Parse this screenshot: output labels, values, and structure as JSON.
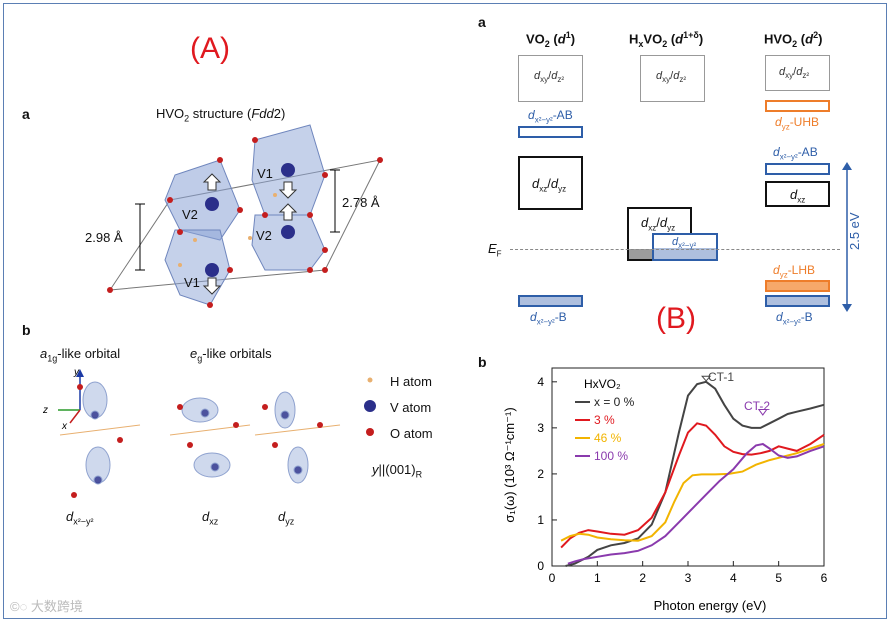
{
  "labels": {
    "A": "(A)",
    "B": "(B)",
    "panel_a": "a",
    "panel_b": "b",
    "panel_a_right": "a",
    "panel_b_right": "b"
  },
  "structure": {
    "title": "HVO₂ structure (Fdd2)",
    "dist_left": "2.98 Å",
    "dist_right": "2.78 Å",
    "atoms": [
      "V1",
      "V2",
      "V2",
      "V1"
    ]
  },
  "orbitals": {
    "a1g_title": "a1g-like orbital",
    "eg_title": "eg-like orbitals",
    "legend": [
      "H atom",
      "V atom",
      "O atom"
    ],
    "axis_note": "y||(001)R",
    "labels": [
      "dx²−y²",
      "dxz",
      "dyz"
    ],
    "axes": [
      "y",
      "z",
      "x"
    ]
  },
  "energy_diagram": {
    "columns": [
      "VO₂ (d¹)",
      "HxVO₂ (d¹⁺ᵟ)",
      "HVO₂ (d²)"
    ],
    "boxes": {
      "top": "dxy/dz²",
      "ab": "dx²−y²-AB",
      "xz_yz": "dxz/dyz",
      "x2y2": "dx²−y²",
      "b": "dx²−y²-B",
      "uhb": "dyz-UHB",
      "lhb": "dyz-LHB",
      "xz": "dxz"
    },
    "ef": "EF",
    "gap": "2.5 eV"
  },
  "colors": {
    "red_label": "#e0191f",
    "blue": "#2e5ea8",
    "orange": "#ee7d2a",
    "box_fill": "#aebfde"
  },
  "chart_data": {
    "type": "line",
    "title": "",
    "xlabel": "Photon energy (eV)",
    "ylabel": "σ₁(ω) (10³ Ω⁻¹cm⁻¹)",
    "xlim": [
      0,
      6
    ],
    "ylim": [
      0,
      4.3
    ],
    "xticks": [
      0,
      1,
      2,
      3,
      4,
      5,
      6
    ],
    "yticks": [
      0,
      1,
      2,
      3,
      4
    ],
    "legend_title": "HxVO₂",
    "legend_position": "top-left",
    "annotations": [
      "CT-1",
      "CT-2"
    ],
    "series": [
      {
        "name": "x = 0 %",
        "color": "#444444",
        "x": [
          0.3,
          0.5,
          0.8,
          1.0,
          1.3,
          1.6,
          1.9,
          2.2,
          2.5,
          2.8,
          3.0,
          3.2,
          3.4,
          3.6,
          3.8,
          4.0,
          4.2,
          4.4,
          4.6,
          4.8,
          5.0,
          5.2,
          5.4,
          5.7,
          6.0
        ],
        "y": [
          0.0,
          0.05,
          0.2,
          0.35,
          0.45,
          0.5,
          0.6,
          0.9,
          1.6,
          2.9,
          3.7,
          3.95,
          4.0,
          3.85,
          3.5,
          3.2,
          3.05,
          3.0,
          3.0,
          3.1,
          3.2,
          3.3,
          3.35,
          3.42,
          3.5
        ]
      },
      {
        "name": "3 %",
        "color": "#e0191f",
        "x": [
          0.2,
          0.4,
          0.6,
          0.8,
          1.0,
          1.3,
          1.6,
          1.9,
          2.2,
          2.5,
          2.8,
          3.0,
          3.2,
          3.4,
          3.6,
          3.8,
          4.0,
          4.2,
          4.4,
          4.6,
          4.8,
          5.0,
          5.2,
          5.4,
          5.7,
          6.0
        ],
        "y": [
          0.4,
          0.6,
          0.72,
          0.78,
          0.75,
          0.7,
          0.68,
          0.78,
          1.05,
          1.6,
          2.4,
          2.9,
          3.1,
          3.05,
          2.85,
          2.6,
          2.48,
          2.43,
          2.42,
          2.45,
          2.5,
          2.6,
          2.55,
          2.5,
          2.65,
          2.85
        ]
      },
      {
        "name": "46 %",
        "color": "#f2b400",
        "x": [
          0.2,
          0.4,
          0.6,
          0.8,
          1.0,
          1.3,
          1.6,
          1.9,
          2.2,
          2.5,
          2.7,
          2.9,
          3.1,
          3.3,
          3.6,
          3.9,
          4.2,
          4.5,
          4.8,
          5.0,
          5.2,
          5.4,
          5.7,
          6.0
        ],
        "y": [
          0.55,
          0.65,
          0.7,
          0.68,
          0.62,
          0.58,
          0.56,
          0.55,
          0.65,
          0.95,
          1.4,
          1.8,
          1.97,
          1.99,
          1.99,
          2.0,
          2.05,
          2.2,
          2.3,
          2.35,
          2.4,
          2.45,
          2.55,
          2.65
        ]
      },
      {
        "name": "100 %",
        "color": "#8a3aad",
        "x": [
          0.35,
          0.5,
          0.7,
          1.0,
          1.3,
          1.6,
          1.9,
          2.2,
          2.5,
          2.8,
          3.1,
          3.4,
          3.7,
          4.0,
          4.3,
          4.5,
          4.65,
          4.8,
          5.0,
          5.2,
          5.4,
          5.7,
          6.0
        ],
        "y": [
          0.05,
          0.1,
          0.15,
          0.2,
          0.25,
          0.28,
          0.33,
          0.45,
          0.65,
          0.95,
          1.25,
          1.55,
          1.85,
          2.1,
          2.45,
          2.62,
          2.65,
          2.55,
          2.4,
          2.35,
          2.38,
          2.5,
          2.6
        ]
      }
    ]
  }
}
